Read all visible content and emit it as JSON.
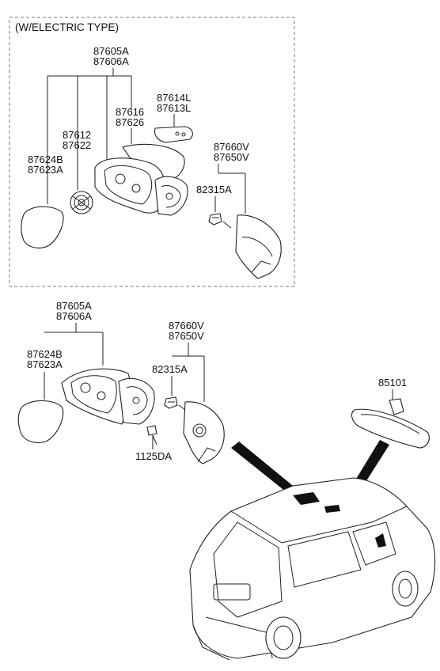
{
  "section_top": {
    "header": "(W/ELECTRIC TYPE)",
    "labels": {
      "assy_a": "87605A",
      "assy_b": "87606A",
      "lamp_a": "87614L",
      "lamp_b": "87613L",
      "cover_a": "87616",
      "cover_b": "87626",
      "actuator_a": "87612",
      "actuator_b": "87622",
      "glass_a": "87624B",
      "glass_b": "87623A",
      "garnish_a": "87660V",
      "garnish_b": "87650V",
      "clip": "82315A"
    }
  },
  "section_bottom": {
    "labels": {
      "assy_a": "87605A",
      "assy_b": "87606A",
      "glass_a": "87624B",
      "glass_b": "87623A",
      "garnish_a": "87660V",
      "garnish_b": "87650V",
      "clip": "82315A",
      "bolt": "1125DA",
      "inside_mirror": "85101"
    }
  }
}
